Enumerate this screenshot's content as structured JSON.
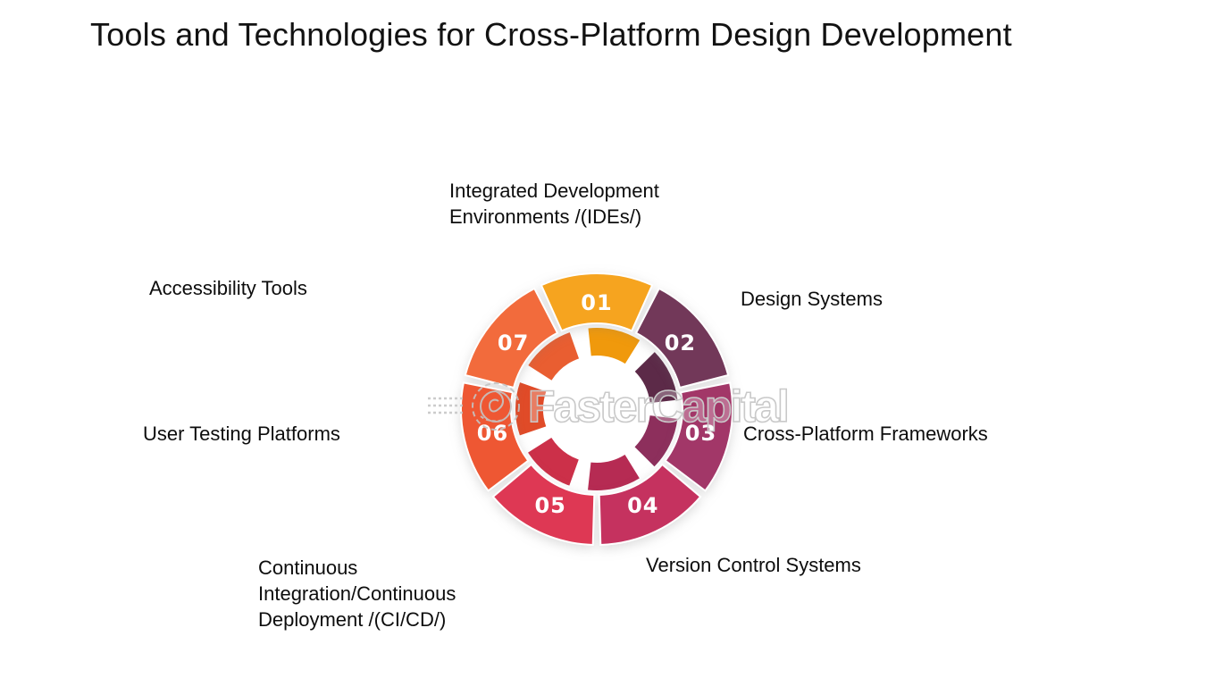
{
  "page": {
    "title": "Tools and Technologies for Cross-Platform Design Development"
  },
  "watermark": {
    "text": "FasterCapital",
    "logo": "fastercapital-gear-logo",
    "color": "#c9c9c9"
  },
  "chart_data": {
    "type": "pie",
    "subtype": "donut-infographic",
    "title": "Tools and Technologies for Cross-Platform Design Development",
    "layout": "7 equal wedges numbered clockwise from top, white gaps between wedges, darker inner ring arcs, white center hole, text callouts around ring",
    "number_text_color": "#FFFFFF",
    "segments": [
      {
        "number": "01",
        "value": 1,
        "label": "Integrated Development\nEnvironments /(IDEs/)",
        "color": "#F6A41F",
        "inner_color": "#F0990C",
        "label_side": "top"
      },
      {
        "number": "02",
        "value": 1,
        "label": "Design Systems",
        "color": "#723859",
        "inner_color": "#5C2A48",
        "label_side": "upper-right"
      },
      {
        "number": "03",
        "value": 1,
        "label": "Cross-Platform Frameworks",
        "color": "#A23768",
        "inner_color": "#8D2F5C",
        "label_side": "right"
      },
      {
        "number": "04",
        "value": 1,
        "label": "Version Control Systems",
        "color": "#C5325F",
        "inner_color": "#B62B53",
        "label_side": "bottom-right"
      },
      {
        "number": "05",
        "value": 1,
        "label": "Continuous\nIntegration/Continuous\nDeployment /(CI/CD/)",
        "color": "#DE3854",
        "inner_color": "#CC3049",
        "label_side": "bottom-left"
      },
      {
        "number": "06",
        "value": 1,
        "label": "User Testing Platforms",
        "color": "#EE5733",
        "inner_color": "#E04B28",
        "label_side": "left"
      },
      {
        "number": "07",
        "value": 1,
        "label": "Accessibility Tools",
        "color": "#F26B3C",
        "inner_color": "#E95E31",
        "label_side": "upper-left"
      }
    ]
  }
}
